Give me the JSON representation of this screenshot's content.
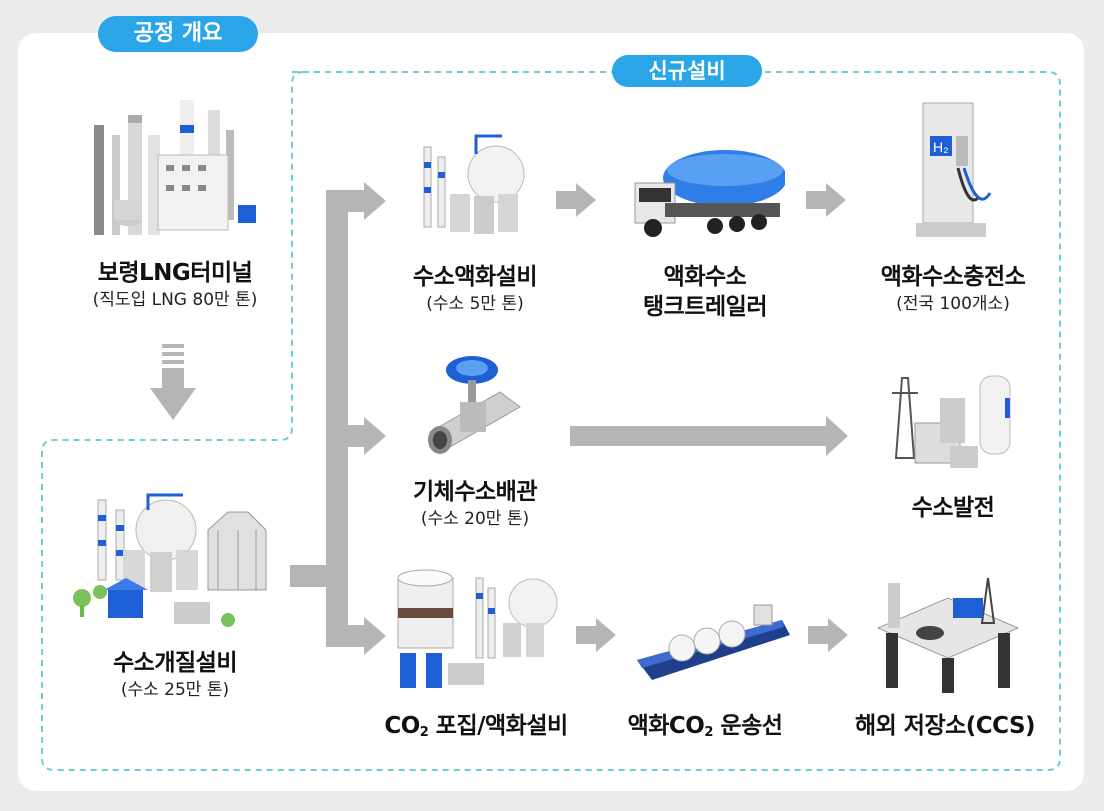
{
  "badges": {
    "process_overview": "공정 개요",
    "new_facilities": "신규설비"
  },
  "nodes": {
    "boryeong": {
      "title": "보령LNG터미널",
      "subtitle": "(직도입 LNG 80만 톤)"
    },
    "reformer": {
      "title": "수소개질설비",
      "subtitle": "(수소 25만 톤)"
    },
    "liquefaction": {
      "title": "수소액화설비",
      "subtitle": "(수소 5만 톤)"
    },
    "trailer": {
      "title_line1": "액화수소",
      "title_line2": "탱크트레일러"
    },
    "station": {
      "title": "액화수소충전소",
      "subtitle": "(전국 100개소)"
    },
    "pipeline": {
      "title": "기체수소배관",
      "subtitle": "(수소 20만 톤)"
    },
    "power": {
      "title": "수소발전"
    },
    "capture": {
      "title_prefix": "CO",
      "title_subscript": "2",
      "title_suffix": " 포집/액화설비"
    },
    "carrier": {
      "title_prefix": "액화CO",
      "title_subscript": "2",
      "title_suffix": " 운송선"
    },
    "storage": {
      "title": "해외 저장소(CCS)"
    }
  },
  "icons": {
    "boryeong": "lng-terminal-icon",
    "reformer": "reformer-plant-icon",
    "liquefaction": "liquefaction-plant-icon",
    "trailer": "tank-trailer-truck-icon",
    "station": "h2-charging-station-icon",
    "station_text": "H₂",
    "pipeline": "pipe-valve-icon",
    "power": "power-plant-icon",
    "capture": "co2-capture-plant-icon",
    "carrier": "co2-carrier-ship-icon",
    "storage": "offshore-platform-icon"
  },
  "colors": {
    "accent": "#2aa6e8",
    "dashed_border": "#6fcfd0",
    "arrow": "#b5b5b5",
    "blue_part": "#1e5fd6"
  }
}
